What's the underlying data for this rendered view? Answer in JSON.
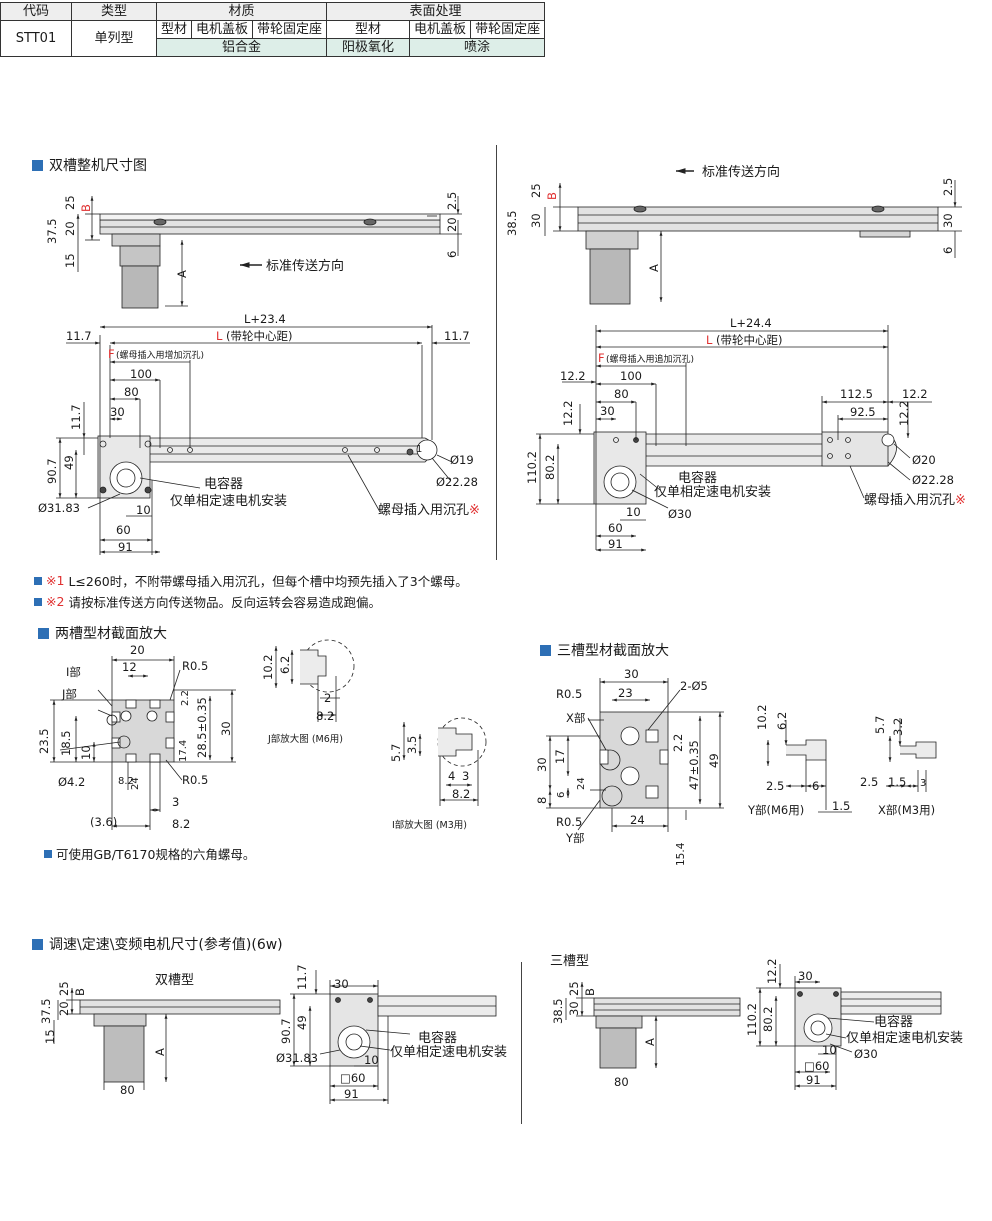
{
  "spec_table": {
    "headers": {
      "code": "代码",
      "type": "类型",
      "material": "材质",
      "surface": "表面处理"
    },
    "sub_headers": {
      "mat_profile": "型材",
      "mat_cover": "电机盖板",
      "mat_seat": "带轮固定座",
      "sur_profile": "型材",
      "sur_cover": "电机盖板",
      "sur_seat": "带轮固定座"
    },
    "row": {
      "code": "STT01",
      "type": "单列型",
      "material": "铝合金",
      "anodize": "阳极氧化",
      "paint": "喷涂"
    }
  },
  "sections": {
    "double_dim": "双槽整机尺寸图",
    "two_slot_section": "两槽型材截面放大",
    "three_slot_section": "三槽型材截面放大",
    "motor_dims": "调速\\定速\\变频电机尺寸(参考值)(6w)",
    "motor_double": "双槽型",
    "motor_triple": "三槽型"
  },
  "notes": {
    "note1_mark": "※1",
    "note1": "L≤260时，不附带螺母插入用沉孔，但每个槽中均预先插入了3个螺母。",
    "note2_mark": "※2",
    "note2": "请按标准传送方向传送物品。反向运转会容易造成跑偏。",
    "note3": "可使用GB/T6170规格的六角螺母。"
  },
  "labels": {
    "direction": "标准传送方向",
    "capacitor": "电容器",
    "capacitor_note": "仅单相定速电机安装",
    "nut_hole": "螺母插入用沉孔",
    "nut_hole_mark": "※",
    "f_label": "F",
    "f_desc": "(螺母插入用增加沉孔)",
    "f_desc_right": "(螺母插入用追加沉孔)",
    "l_center": "L",
    "l_center_desc": "(带轮中心距)",
    "l_total_left": "L+23.4",
    "l_total_right": "L+24.4",
    "j_detail": "J部放大图 (M6用)",
    "i_detail": "I部放大图 (M3用)",
    "y_detail": "Y部(M6用)",
    "x_detail": "X部(M3用)",
    "i_part": "I部",
    "j_part": "J部",
    "x_part": "X部",
    "y_part": "Y部",
    "letter_b": "B",
    "letter_a": "A",
    "pulley_mark": "1"
  },
  "dims": {
    "d25": "25",
    "d37_5": "37.5",
    "d20": "20",
    "d15": "15",
    "d2_5": "2.5",
    "d6": "6",
    "d11_7": "11.7",
    "d100": "100",
    "d80": "80",
    "d30": "30",
    "d90_7": "90.7",
    "d49": "49",
    "d31_83": "Ø31.83",
    "d10": "10",
    "d60": "60",
    "d91": "91",
    "d19": "Ø19",
    "d22_28": "Ø22.28",
    "d38_5": "38.5",
    "d12_2": "12.2",
    "d110_2": "110.2",
    "d80_2": "80.2",
    "d112_5": "112.5",
    "d92_5": "92.5",
    "d20c": "Ø20",
    "d30c": "Ø30",
    "s_20": "20",
    "s_12": "12",
    "s_r05": "R0.5",
    "s_23_5": "23.5",
    "s_18_5": "18.5",
    "s_4_2": "Ø4.2",
    "s_17_4": "17.4",
    "s_28_5": "28.5±0.35",
    "s_30": "30",
    "s_8_2": "8.2",
    "s_3": "3",
    "s_3_6": "(3.6)",
    "s_2_2": "2.2",
    "s_10_2": "10.2",
    "s_6_2": "6.2",
    "s_2": "2",
    "s_5_7": "5.7",
    "s_3_5": "3.5",
    "s_4": "4",
    "s_3b": "3",
    "t_30": "30",
    "t_23": "23",
    "t_2_5": "2-Ø5",
    "t_17": "17",
    "t_30v": "30",
    "t_47": "47±0.35",
    "t_49": "49",
    "t_24": "24",
    "t_6": "6",
    "t_8": "8",
    "t_15_4": "15.4",
    "t_2_2": "2.2",
    "t_10_2": "10.2",
    "t_6_2": "6.2",
    "t_2_5b": "2.5",
    "t_6b": "6",
    "t_1_5": "1.5",
    "t_5_7": "5.7",
    "t_3_2": "3.2",
    "t_1_5b": "1.5",
    "t_3": "3",
    "m_80": "80",
    "m_60": "□60",
    "m_91": "91",
    "m_30": "30",
    "m_11_7": "11.7",
    "m_12_2": "12.2"
  },
  "colors": {
    "accent": "#2d6fb5",
    "red": "#e03030",
    "table_green": "#ddeee8",
    "metal": "#c9c9c9",
    "motor": "#bdbdbd"
  }
}
